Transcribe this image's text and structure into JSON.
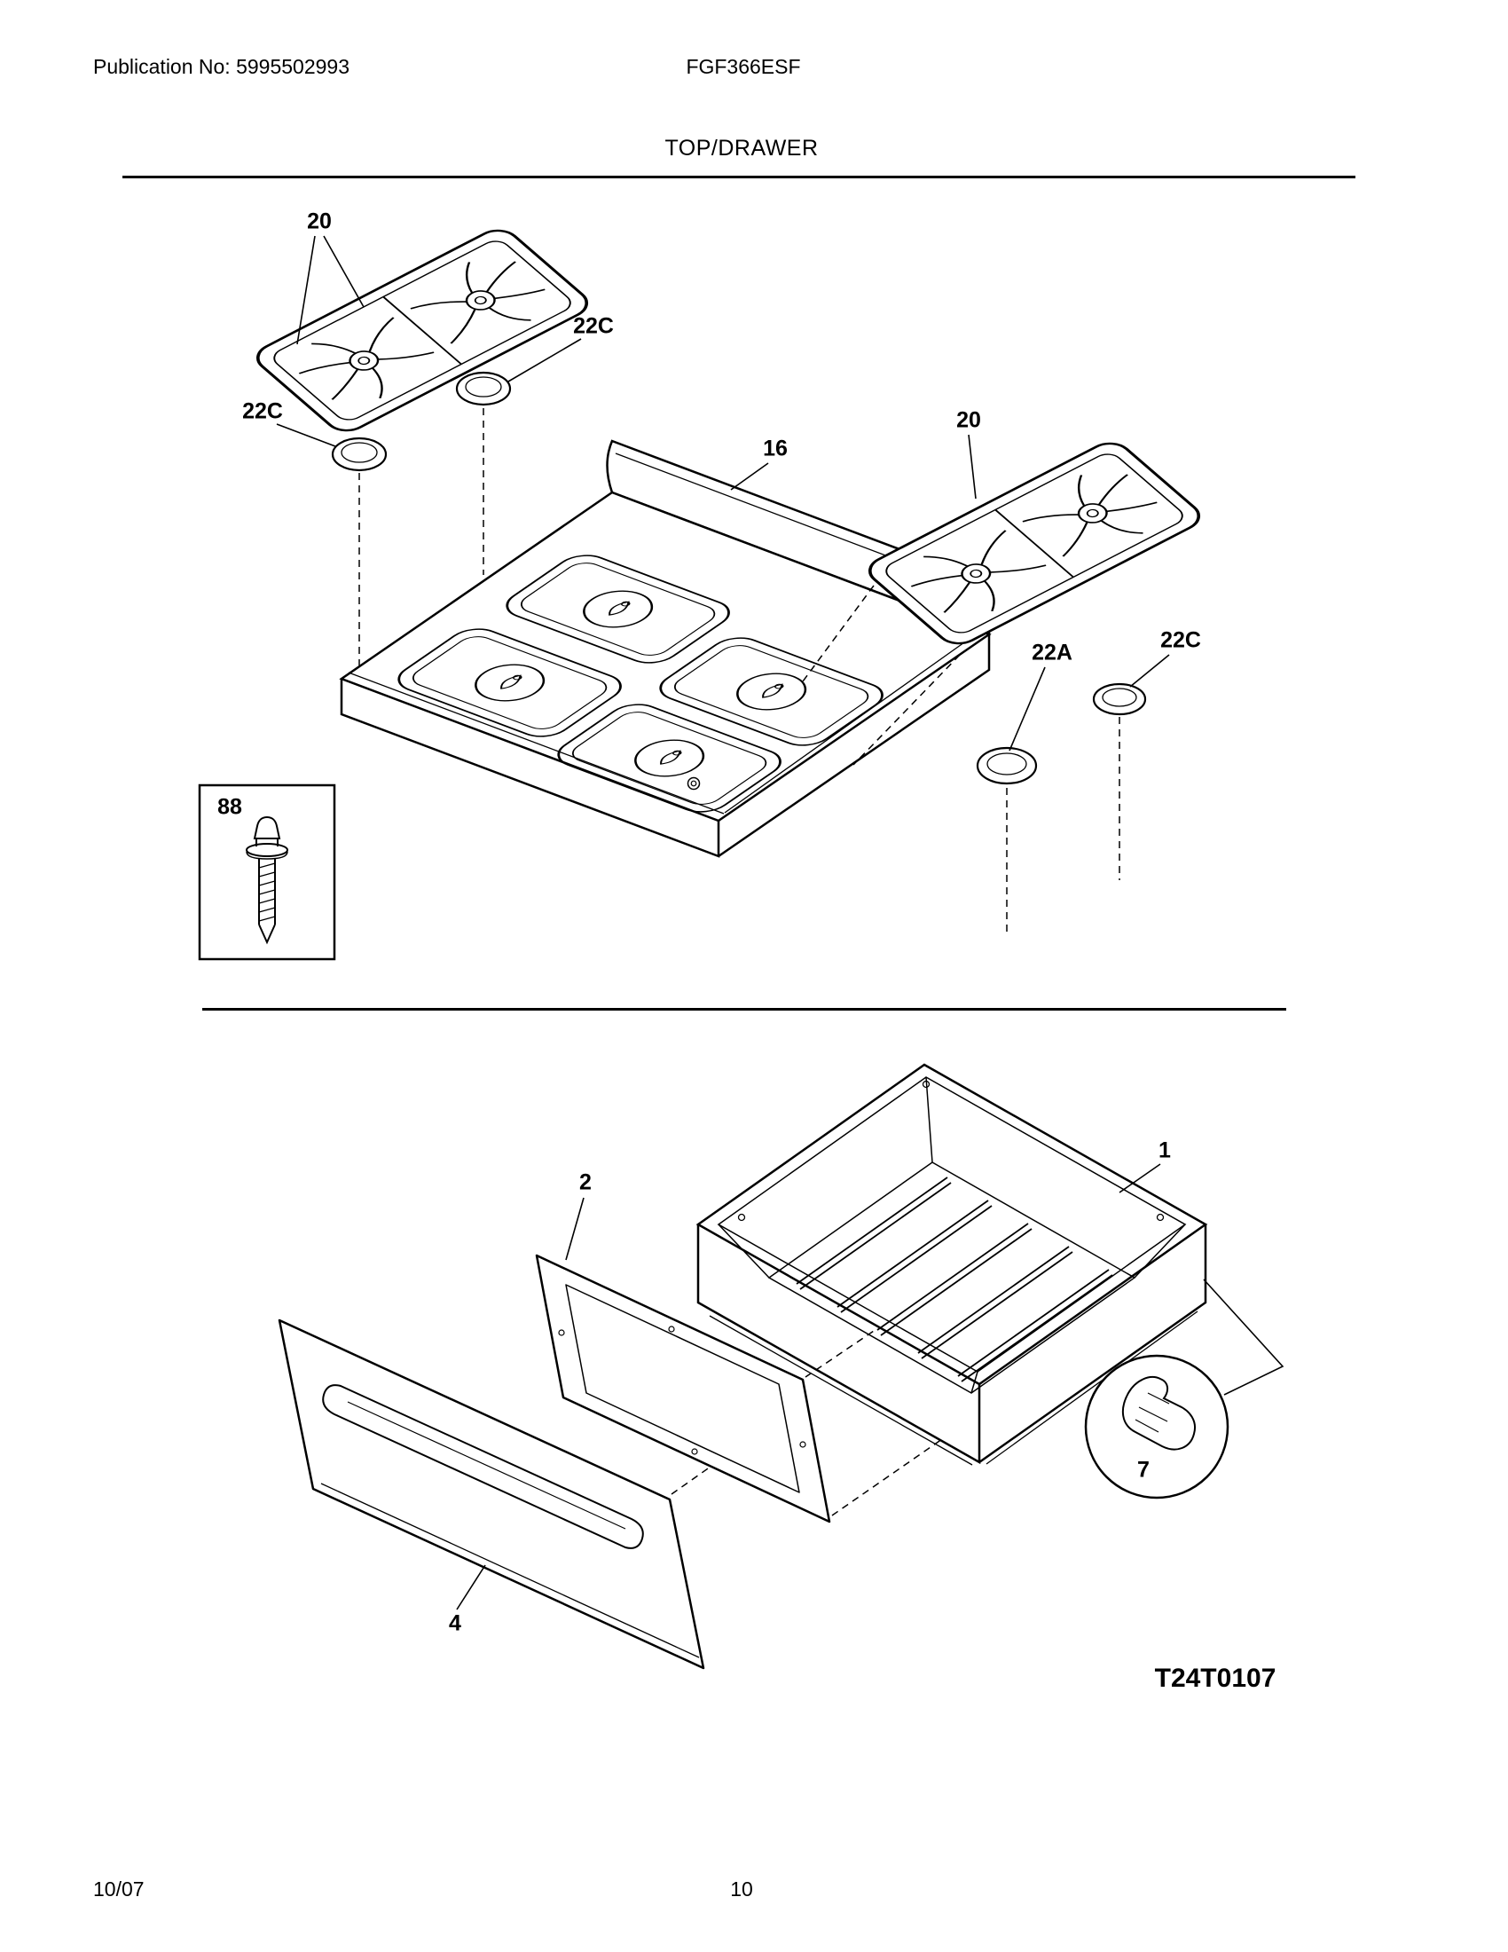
{
  "header": {
    "publication": "Publication No: 5995502993",
    "model": "FGF366ESF",
    "title": "TOP/DRAWER"
  },
  "footer": {
    "date": "10/07",
    "page": "10"
  },
  "diagram": {
    "code": "T24T0107",
    "top_labels": {
      "grate_left": "20",
      "grate_right": "20",
      "cap_above": "22C",
      "cap_left": "22C",
      "cap_right": "22C",
      "cap_center": "22A",
      "main_top": "16",
      "screw_inset": "88"
    },
    "bottom_labels": {
      "drawer_body": "1",
      "drawer_inner_panel": "2",
      "drawer_front_panel": "4",
      "clip_detail": "7"
    }
  },
  "colors": {
    "line": "#000000",
    "background": "#ffffff"
  }
}
